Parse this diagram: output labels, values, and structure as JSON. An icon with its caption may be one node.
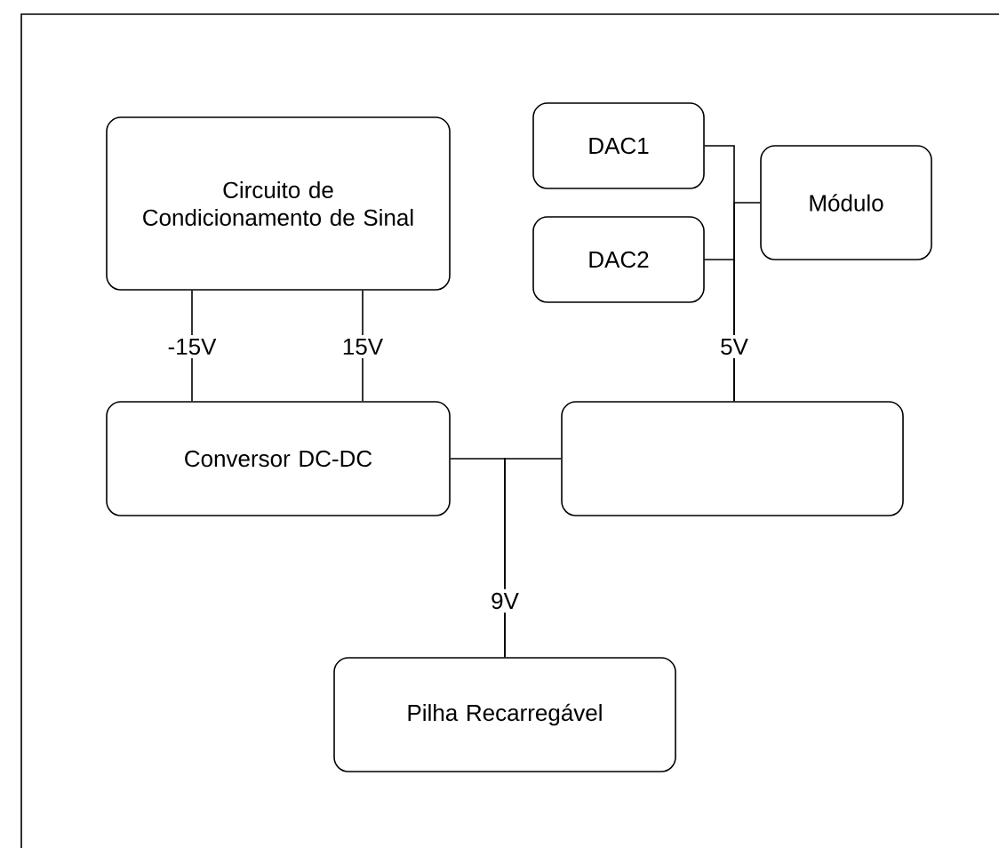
{
  "diagram": {
    "nodes": [
      {
        "text": [
          "Circuito de Condicionamento de Sinal"
        ]
      },
      {
        "text": [
          "DAC1"
        ]
      },
      {
        "text": [
          "DAC2"
        ]
      },
      {
        "text": [
          "Módulo"
        ]
      },
      {
        "text": [
          "Conversor DC-DC"
        ]
      },
      {
        "text": [],
        "shape": "box"
      },
      {
        "text": [
          "Pilha Recarregável"
        ]
      }
    ],
    "edges": [
      {
        "from": 0,
        "to": 4,
        "arrow": "none",
        "label": "-15V"
      },
      {
        "from": 0,
        "to": 4,
        "arrow": "none",
        "label": "15V"
      },
      {
        "from": 1,
        "to": 5,
        "arrow": "none"
      },
      {
        "from": 2,
        "to": 5,
        "arrow": "none",
        "label": "5V"
      },
      {
        "from": 3,
        "to": 5,
        "arrow": "none"
      },
      {
        "from": 6,
        "to": 4,
        "arrow": "none",
        "label": "9V"
      },
      {
        "from": 6,
        "to": 5,
        "arrow": "none"
      }
    ]
  }
}
